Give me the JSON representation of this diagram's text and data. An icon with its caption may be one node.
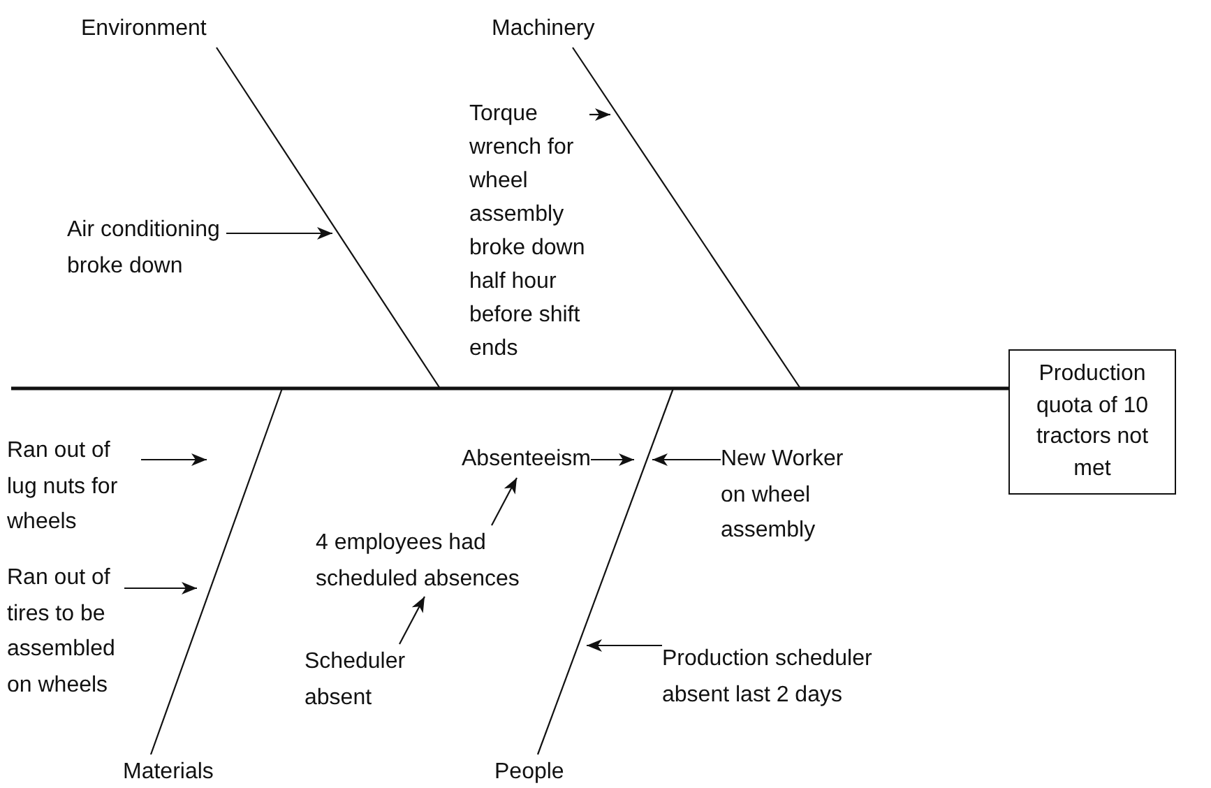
{
  "diagram": {
    "nodes": [
      {
        "text": [
          "Environment"
        ]
      },
      {
        "text": [
          "Machinery"
        ]
      },
      {
        "text": [
          "Air conditioning broke down"
        ]
      },
      {
        "text": [
          "Torque wrench for wheel assembly broke down half hour before shift ends"
        ]
      },
      {
        "text": [
          "Production quota of 10 tractors not met"
        ]
      },
      {
        "text": [
          "Ran out of lug nuts for wheels"
        ]
      },
      {
        "text": [
          "Ran out of tires to be assembled on wheels"
        ]
      },
      {
        "text": [
          "Absenteeism"
        ]
      },
      {
        "text": [
          "New Worker on wheel assembly"
        ]
      },
      {
        "text": [
          "4 employees had scheduled absences"
        ]
      },
      {
        "text": [
          "Scheduler absent"
        ]
      },
      {
        "text": [
          "Production scheduler absent last 2 days"
        ]
      },
      {
        "text": [
          "Materials"
        ]
      },
      {
        "text": [
          "People"
        ]
      }
    ],
    "edges": [
      {
        "from": 0,
        "to": null,
        "arrow": "none"
      },
      {
        "from": 1,
        "to": null,
        "arrow": "none"
      },
      {
        "from": 12,
        "to": null,
        "arrow": "none"
      },
      {
        "from": 13,
        "to": null,
        "arrow": "none"
      },
      {
        "from": null,
        "to": 4,
        "arrow": "none",
        "style": "thick"
      },
      {
        "from": 2,
        "to": null,
        "arrow": "to"
      },
      {
        "from": 3,
        "to": null,
        "arrow": "to"
      },
      {
        "from": 5,
        "to": null,
        "arrow": "to"
      },
      {
        "from": 6,
        "to": null,
        "arrow": "to"
      },
      {
        "from": 7,
        "to": null,
        "arrow": "to"
      },
      {
        "from": 8,
        "to": null,
        "arrow": "to"
      },
      {
        "from": 9,
        "to": 7,
        "arrow": "to"
      },
      {
        "from": 10,
        "to": 9,
        "arrow": "to"
      },
      {
        "from": 11,
        "to": null,
        "arrow": "to"
      }
    ]
  }
}
